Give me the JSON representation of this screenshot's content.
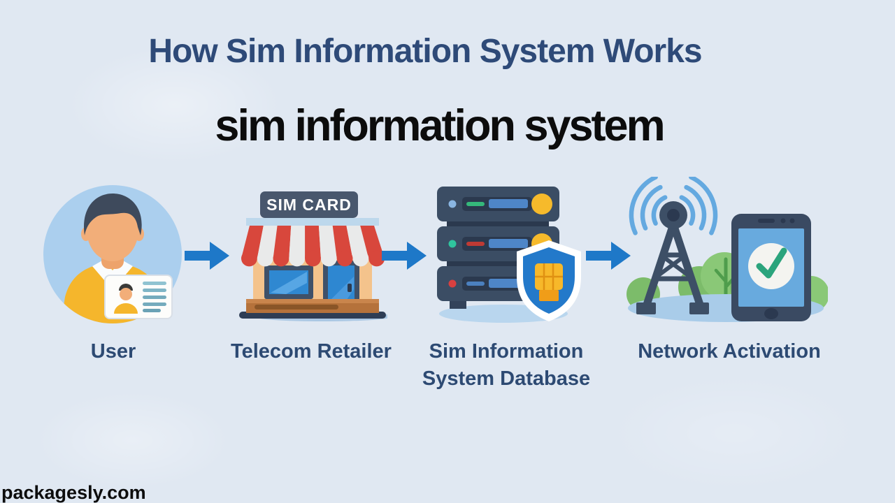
{
  "header": {
    "title": "How Sim Information System Works",
    "subtitle": "sim information system"
  },
  "flow": {
    "steps": [
      {
        "label": "User",
        "icon": "user-with-id-card-icon"
      },
      {
        "label": "Telecom Retailer",
        "icon": "telecom-store-icon",
        "sign": "SIM CARD"
      },
      {
        "label": "Sim Information System Database",
        "icon": "server-database-shield-icon"
      },
      {
        "label": "Network Activation",
        "icon": "cell-tower-phone-check-icon"
      }
    ],
    "arrow_icon": "right-arrow-icon"
  },
  "footer": {
    "website": "packagesly.com"
  },
  "colors": {
    "background": "#e0e8f2",
    "title": "#2e4a78",
    "subtitle": "#0c0c0c",
    "step_label": "#2d4a73",
    "arrow_blue": "#1e78c8",
    "accent_yellow": "#f5b62c",
    "awning_red": "#d8473c",
    "slate_dark": "#3d4f66",
    "shield_blue": "#2379ca",
    "success_green": "#2ba47c",
    "ground_blue": "#a9cce9"
  }
}
